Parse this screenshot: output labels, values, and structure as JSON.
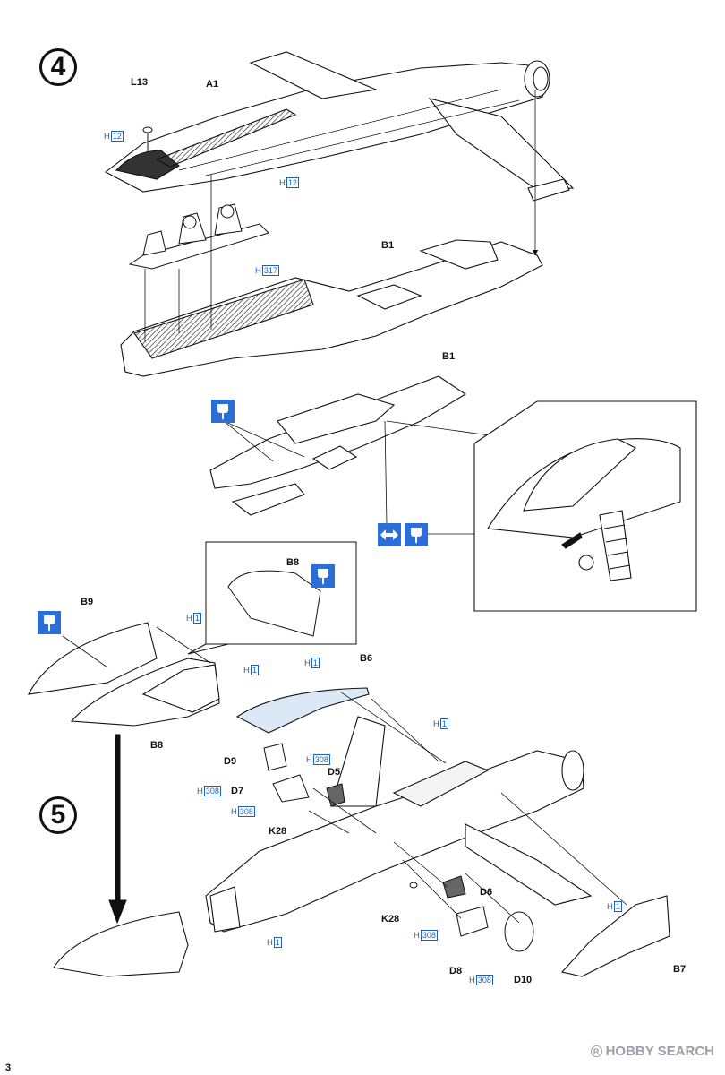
{
  "steps": [
    {
      "number": "4"
    },
    {
      "number": "5"
    }
  ],
  "labels": {
    "l13": "L13",
    "a1": "A1",
    "b1_top": "B1",
    "b1_mid": "B1",
    "b8_inset": "B8",
    "b9": "B9",
    "b8": "B8",
    "b6": "B6",
    "d9": "D9",
    "d7": "D7",
    "d5": "D5",
    "k28_a": "K28",
    "k28_b": "K28",
    "d6": "D6",
    "d8": "D8",
    "d10": "D10",
    "b7": "B7"
  },
  "paint_codes": [
    {
      "h": "H",
      "n": "12"
    },
    {
      "h": "H",
      "n": "12"
    },
    {
      "h": "H",
      "n": "317"
    },
    {
      "h": "H",
      "n": "1"
    },
    {
      "h": "H",
      "n": "1"
    },
    {
      "h": "H",
      "n": "1"
    },
    {
      "h": "H",
      "n": "1"
    },
    {
      "h": "H",
      "n": "308"
    },
    {
      "h": "H",
      "n": "308"
    },
    {
      "h": "H",
      "n": "308"
    },
    {
      "h": "H",
      "n": "1"
    },
    {
      "h": "H",
      "n": "308"
    },
    {
      "h": "H",
      "n": "308"
    },
    {
      "h": "H",
      "n": "1"
    }
  ],
  "icons": {
    "glue": "glue-tube-icon",
    "movable": "movable-parts-icon"
  },
  "colors": {
    "ink": "#111111",
    "paint_code_blue": "#1f5fc4",
    "icon_blue": "#2b6fd6",
    "dark_paint": "#333333",
    "light_blue_part": "#dbe8f5"
  },
  "watermark": {
    "text": "HOBBY SEARCH",
    "reg": "R"
  },
  "page_number": "3"
}
